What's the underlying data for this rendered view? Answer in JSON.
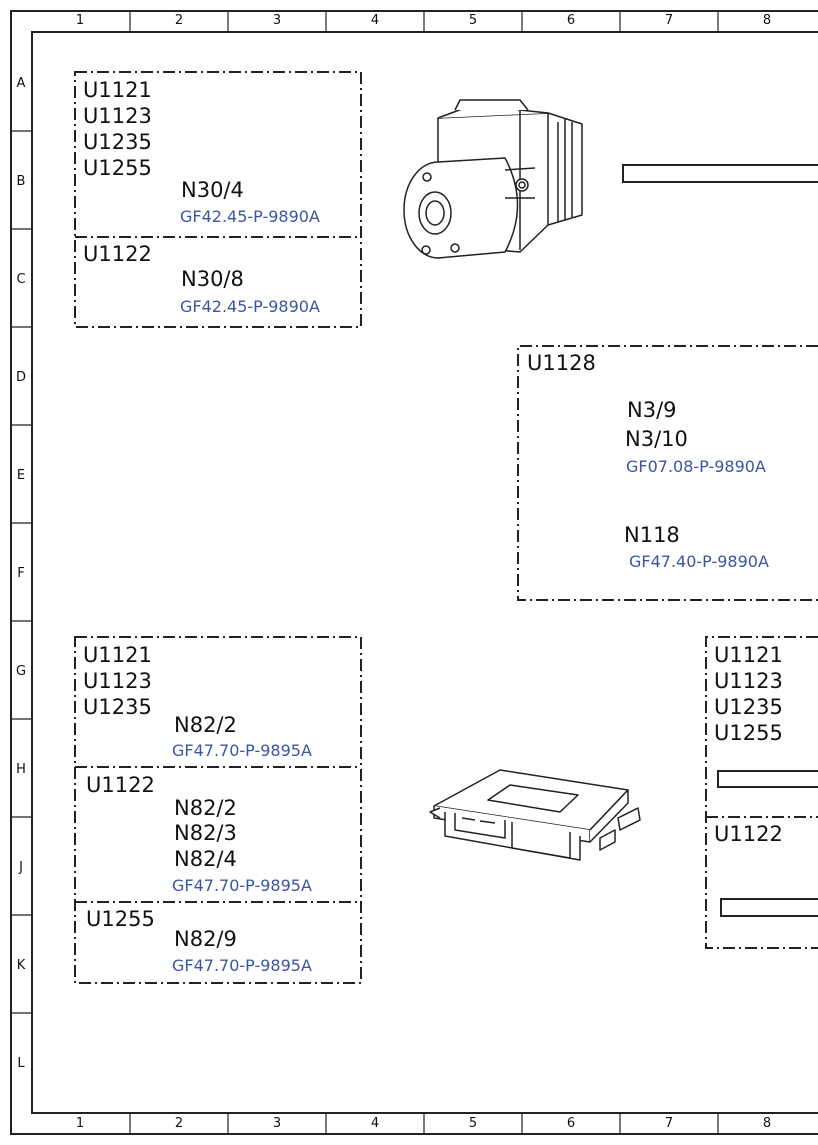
{
  "grid": {
    "columns": [
      "1",
      "2",
      "3",
      "4",
      "5",
      "6",
      "7",
      "8"
    ],
    "rows": [
      "A",
      "B",
      "C",
      "D",
      "E",
      "F",
      "G",
      "H",
      "J",
      "K",
      "L"
    ]
  },
  "groups": {
    "abs_top": {
      "codes": [
        "U1121",
        "U1123",
        "U1235",
        "U1255"
      ],
      "component": "N30/4",
      "ref": "GF42.45-P-9890A"
    },
    "abs_bottom": {
      "codes": [
        "U1122"
      ],
      "component": "N30/8",
      "ref": "GF42.45-P-9890A"
    },
    "sam": {
      "codes": [
        "U1128"
      ],
      "components_a": [
        "N3/9",
        "N3/10"
      ],
      "ref_a": "GF07.08-P-9890A",
      "component_b": "N118",
      "ref_b": "GF47.40-P-9890A"
    },
    "fuel_a": {
      "codes": [
        "U1121",
        "U1123",
        "U1235"
      ],
      "components": [
        "N82/2"
      ],
      "ref": "GF47.70-P-9895A"
    },
    "fuel_b": {
      "codes": [
        "U1122"
      ],
      "components": [
        "N82/2",
        "N82/3",
        "N82/4"
      ],
      "ref": "GF47.70-P-9895A"
    },
    "fuel_c": {
      "codes": [
        "U1255"
      ],
      "components": [
        "N82/9"
      ],
      "ref": "GF47.70-P-9895A"
    },
    "right_a": {
      "codes": [
        "U1121",
        "U1123",
        "U1235",
        "U1255"
      ]
    },
    "right_b": {
      "codes": [
        "U1122"
      ]
    }
  },
  "illustrations": {
    "hydraulic_unit": "abs-hydraulic-unit-illustration",
    "control_module": "control-module-illustration"
  }
}
